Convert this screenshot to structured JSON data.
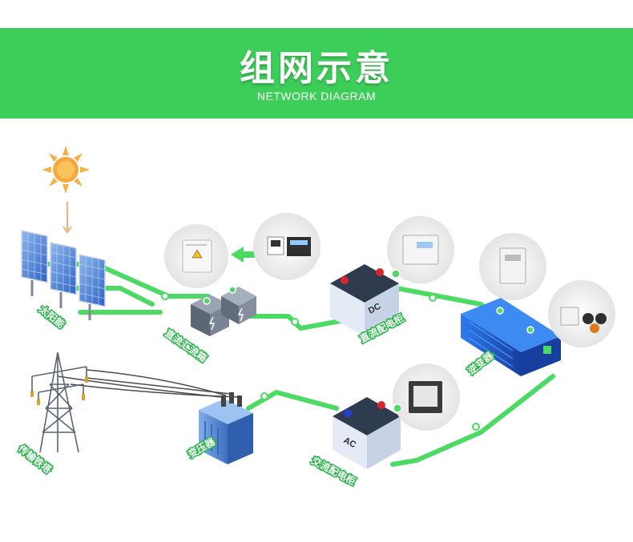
{
  "header": {
    "title": "组网示意",
    "subtitle": "NETWORK DIAGRAM"
  },
  "nodes": {
    "solar_panel": "太阳能",
    "dc_combiner_box": "直流汇流箱",
    "dc_distribution_cabinet": "直流配电柜",
    "inverter": "逆变器",
    "ac_distribution_cabinet": "交流配电柜",
    "transformer": "变压器",
    "transmission_tower": "传输铁塔"
  },
  "icons": {
    "battery_top_mark": "DC",
    "battery_bottom_mark": "AC"
  },
  "colors": {
    "banner": "#3dce5a",
    "line": "#4cd964",
    "inverter": "#1f5fd6",
    "battery": "#dde7f7",
    "sun": "#f6b045",
    "panel": "#4a7fd2"
  }
}
